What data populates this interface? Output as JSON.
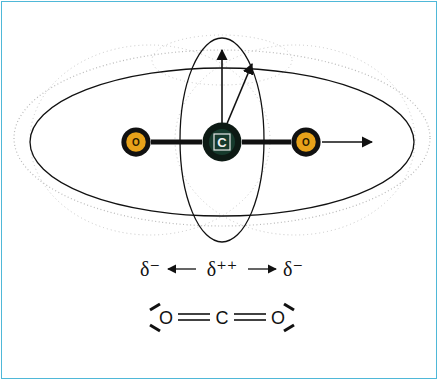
{
  "diagram": {
    "nodes": [
      {
        "text": [
          "O"
        ]
      },
      {
        "text": [
          "C"
        ]
      },
      {
        "text": [
          "O"
        ]
      }
    ],
    "edges": [
      {
        "from": 0,
        "to": 1,
        "arrow": "none"
      },
      {
        "from": 1,
        "to": 2,
        "arrow": "none"
      }
    ],
    "labels": [
      "δ⁻",
      "δ⁺⁺",
      "δ⁻",
      "O",
      "C",
      "O"
    ]
  }
}
